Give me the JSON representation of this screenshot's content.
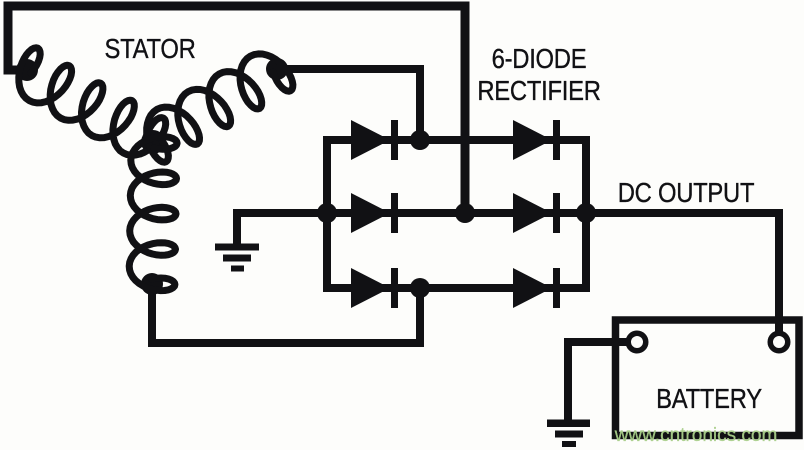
{
  "page": {
    "background": "#fdfdfb",
    "ink": "#111114"
  },
  "labels": {
    "stator": "STATOR",
    "rectifier_line1": "6-DIODE",
    "rectifier_line2": "RECTIFIER",
    "dc_output": "DC OUTPUT",
    "battery": "BATTERY"
  },
  "watermark": {
    "text": "www.cntronics.com",
    "color": "#a9cf8a"
  },
  "icons": [
    {
      "name": "stator-coil-icon",
      "count": 3,
      "meaning": "alternator stator windings in Y configuration"
    },
    {
      "name": "diode-icon",
      "count": 6,
      "meaning": "rectifier diodes in three series pairs"
    },
    {
      "name": "ground-icon",
      "count": 2,
      "meaning": "chassis ground symbols"
    },
    {
      "name": "junction-dot-icon",
      "count": 9,
      "meaning": "wire connection points"
    },
    {
      "name": "battery-terminal-icon",
      "count": 2,
      "meaning": "battery post terminals"
    }
  ]
}
